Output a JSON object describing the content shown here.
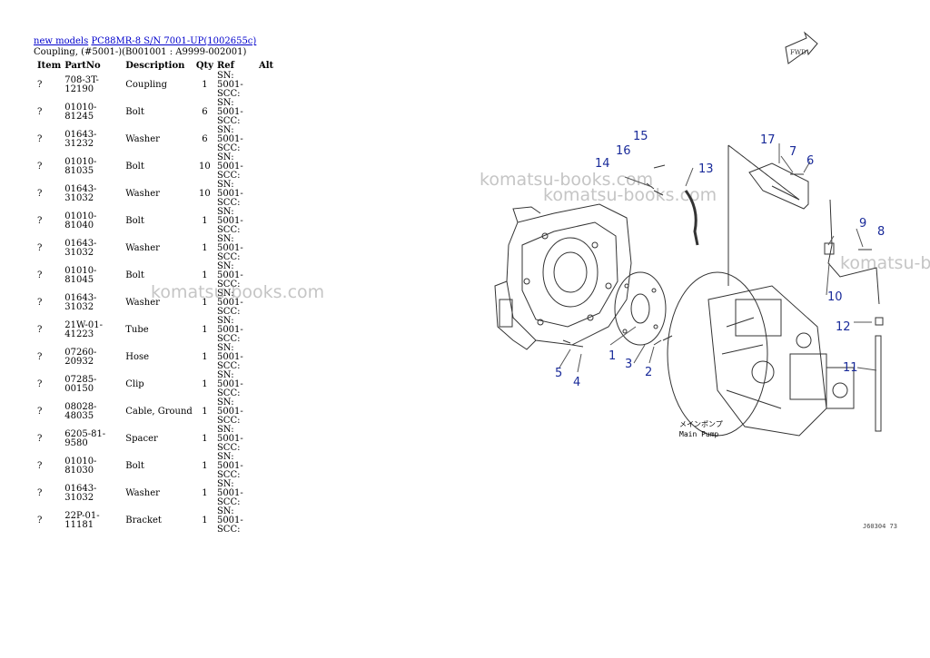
{
  "breadcrumb": {
    "link1": "new models",
    "link2": "PC88MR-8 S/N 7001-UP(1002655c)"
  },
  "subtitle": "Coupling, (#5001-)(B001001 : A9999-002001)",
  "table": {
    "headers": [
      "Item",
      "PartNo",
      "Description",
      "Qty",
      "Ref",
      "Alt"
    ],
    "rows": [
      {
        "item": "?",
        "partno": "708-3T-12190",
        "desc": "Coupling",
        "qty": "1",
        "ref1": "SN: 5001-",
        "ref2": "SCC:"
      },
      {
        "item": "?",
        "partno": "01010-81245",
        "desc": "Bolt",
        "qty": "6",
        "ref1": "SN: 5001-",
        "ref2": "SCC:"
      },
      {
        "item": "?",
        "partno": "01643-31232",
        "desc": "Washer",
        "qty": "6",
        "ref1": "SN: 5001-",
        "ref2": "SCC:"
      },
      {
        "item": "?",
        "partno": "01010-81035",
        "desc": "Bolt",
        "qty": "10",
        "ref1": "SN: 5001-",
        "ref2": "SCC:"
      },
      {
        "item": "?",
        "partno": "01643-31032",
        "desc": "Washer",
        "qty": "10",
        "ref1": "SN: 5001-",
        "ref2": "SCC:"
      },
      {
        "item": "?",
        "partno": "01010-81040",
        "desc": "Bolt",
        "qty": "1",
        "ref1": "SN: 5001-",
        "ref2": "SCC:"
      },
      {
        "item": "?",
        "partno": "01643-31032",
        "desc": "Washer",
        "qty": "1",
        "ref1": "SN: 5001-",
        "ref2": "SCC:"
      },
      {
        "item": "?",
        "partno": "01010-81045",
        "desc": "Bolt",
        "qty": "1",
        "ref1": "SN: 5001-",
        "ref2": "SCC:"
      },
      {
        "item": "?",
        "partno": "01643-31032",
        "desc": "Washer",
        "qty": "1",
        "ref1": "SN: 5001-",
        "ref2": "SCC:"
      },
      {
        "item": "?",
        "partno": "21W-01-41223",
        "desc": "Tube",
        "qty": "1",
        "ref1": "SN: 5001-",
        "ref2": "SCC:"
      },
      {
        "item": "?",
        "partno": "07260-20932",
        "desc": "Hose",
        "qty": "1",
        "ref1": "SN: 5001-",
        "ref2": "SCC:"
      },
      {
        "item": "?",
        "partno": "07285-00150",
        "desc": "Clip",
        "qty": "1",
        "ref1": "SN: 5001-",
        "ref2": "SCC:"
      },
      {
        "item": "?",
        "partno": "08028-48035",
        "desc": "Cable, Ground",
        "qty": "1",
        "ref1": "SN: 5001-",
        "ref2": "SCC:"
      },
      {
        "item": "?",
        "partno": "6205-81-9580",
        "desc": "Spacer",
        "qty": "1",
        "ref1": "SN: 5001-",
        "ref2": "SCC:"
      },
      {
        "item": "?",
        "partno": "01010-81030",
        "desc": "Bolt",
        "qty": "1",
        "ref1": "SN: 5001-",
        "ref2": "SCC:"
      },
      {
        "item": "?",
        "partno": "01643-31032",
        "desc": "Washer",
        "qty": "1",
        "ref1": "SN: 5001-",
        "ref2": "SCC:"
      },
      {
        "item": "?",
        "partno": "22P-01-11181",
        "desc": "Bracket",
        "qty": "1",
        "ref1": "SN: 5001-",
        "ref2": "SCC:"
      }
    ]
  },
  "watermark": "komatsu-books.com",
  "diagram": {
    "callouts": [
      "15",
      "16",
      "14",
      "13",
      "17",
      "7",
      "6",
      "9",
      "8",
      "10",
      "12",
      "11",
      "1",
      "2",
      "3",
      "4",
      "5"
    ],
    "main_pump_jp": "メインポンプ",
    "main_pump_en": "Main Pump",
    "fwd": "FWD",
    "drawing_code": "J60304 73"
  }
}
